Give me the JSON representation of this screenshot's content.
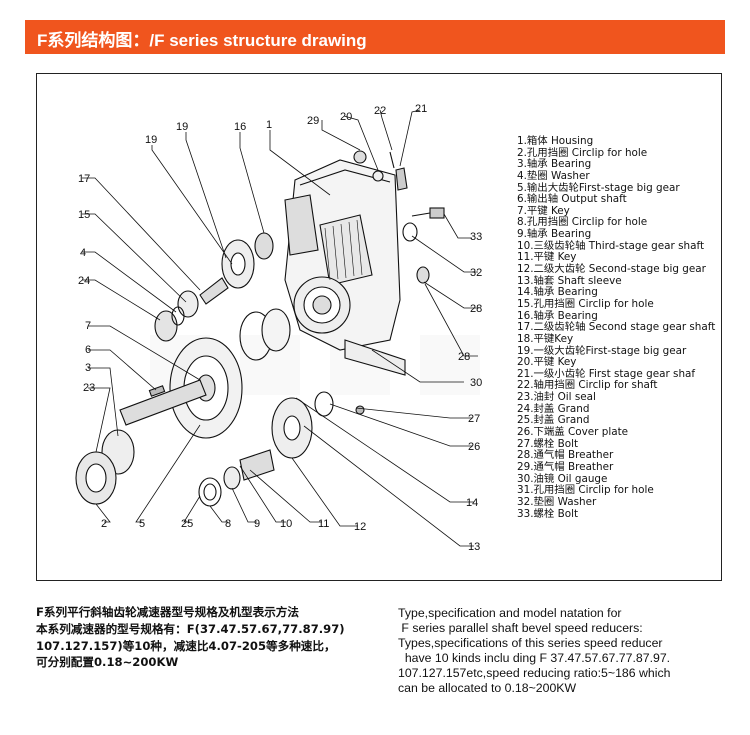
{
  "banner": {
    "title": "F系列结构图：/F series structure drawing",
    "color": "#f0551e"
  },
  "callouts": [
    "1",
    "2",
    "3",
    "4",
    "5",
    "6",
    "7",
    "8",
    "9",
    "10",
    "11",
    "12",
    "13",
    "14",
    "15",
    "16",
    "17",
    "19",
    "20",
    "21",
    "22",
    "23",
    "24",
    "25",
    "26",
    "27",
    "28",
    "28",
    "29",
    "30",
    "32",
    "33"
  ],
  "legend": [
    "1.箱体 Housing",
    "2.孔用挡圈 Circlip for hole",
    "3.轴承 Bearing",
    "4.垫圈 Washer",
    "5.输出大齿轮First-stage big gear",
    "6.输出轴 Output shaft",
    "7.平键 Key",
    "8.孔用挡圈 Circlip for hole",
    "9.轴承 Bearing",
    "10.三级齿轮轴 Third-stage gear shaft",
    "11.平键 Key",
    "12.二级大齿轮 Second-stage big gear",
    "13.轴套 Shaft sleeve",
    "14.轴承 Bearing",
    "15.孔用挡圈 Circlip for hole",
    "16.轴承 Bearing",
    "17.二级齿轮轴 Second stage gear shaft",
    "18.平键Key",
    "19.一级大齿轮First-stage big gear",
    "20.平键 Key",
    "21.一级小齿轮 First stage gear shaf",
    "22.轴用挡圈 Circlip for shaft",
    "23.油封 Oil seal",
    "24.封盖 Grand",
    "25.封盖 Grand",
    "26.下端盖 Cover plate",
    "27.螺栓 Bolt",
    "28.通气帽 Breather",
    "29.通气帽 Breather",
    "30.油镜 Oil gauge",
    "31.孔用挡圈 Circlip for hole",
    "32.垫圈 Washer",
    "33.螺栓 Bolt"
  ],
  "description_cn": [
    "F系列平行斜轴齿轮减速器型号规格及机型表示方法",
    "本系列减速器的型号规格有：F(37.47.57.67,77.87.97)",
    "107.127.157)等10种，减速比4.07-205等多种速比，",
    "可分别配置0.18~200KW"
  ],
  "description_en": [
    "Type,specification and model natation for",
    " F series parallel shaft bevel speed reducers:",
    "Types,specifications of this series speed reducer",
    "  have 10 kinds inclu ding F 37.47.57.67.77.87.97.",
    "107.127.157etc,speed reducing ratio:5~186 which",
    "can be allocated to 0.18~200KW"
  ]
}
